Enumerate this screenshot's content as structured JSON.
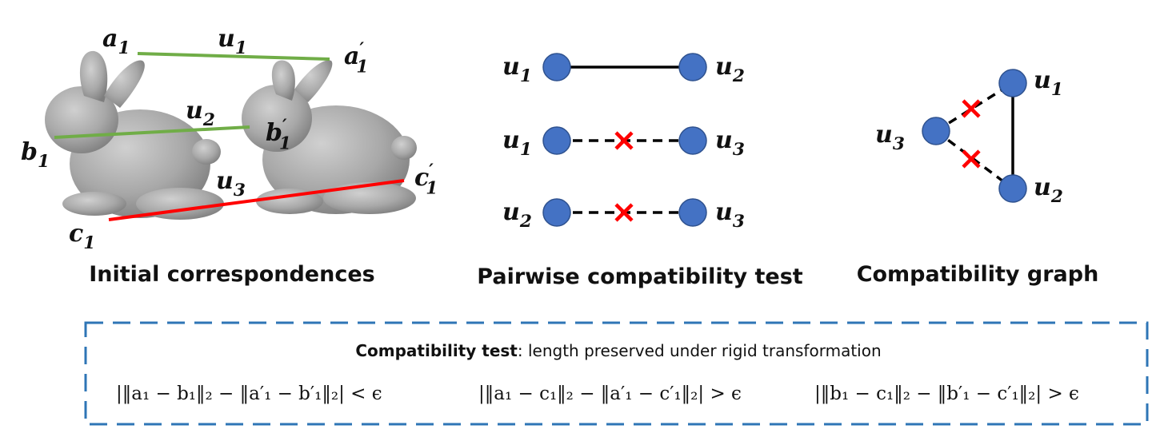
{
  "panel1": {
    "caption": "Initial correspondences",
    "points": {
      "a1": {
        "base": "a",
        "sub": "1",
        "prime": false
      },
      "b1": {
        "base": "b",
        "sub": "1",
        "prime": false
      },
      "c1": {
        "base": "c",
        "sub": "1",
        "prime": false
      },
      "a1p": {
        "base": "a",
        "sub": "1",
        "prime": true
      },
      "b1p": {
        "base": "b",
        "sub": "1",
        "prime": true
      },
      "c1p": {
        "base": "c",
        "sub": "1",
        "prime": true
      }
    },
    "correspondences": [
      {
        "base": "u",
        "sub": "1",
        "compatible": true
      },
      {
        "base": "u",
        "sub": "2",
        "compatible": true
      },
      {
        "base": "u",
        "sub": "3",
        "compatible": false
      }
    ]
  },
  "panel2": {
    "caption": "Pairwise compatibility test",
    "tests": [
      {
        "left_base": "u",
        "left_sub": "1",
        "right_base": "u",
        "right_sub": "2",
        "compatible": true
      },
      {
        "left_base": "u",
        "left_sub": "1",
        "right_base": "u",
        "right_sub": "3",
        "compatible": false
      },
      {
        "left_base": "u",
        "left_sub": "2",
        "right_base": "u",
        "right_sub": "3",
        "compatible": false
      }
    ]
  },
  "panel3": {
    "caption": "Compatibility graph",
    "nodes": [
      {
        "base": "u",
        "sub": "1"
      },
      {
        "base": "u",
        "sub": "2"
      },
      {
        "base": "u",
        "sub": "3"
      }
    ]
  },
  "test_box": {
    "title": "Compatibility test",
    "description": ": length preserved under rigid transformation",
    "formulas": [
      "|‖a₁ − b₁‖₂ − ‖a′₁ − b′₁‖₂| < ϵ",
      "|‖a₁ − c₁‖₂ − ‖a′₁ − c′₁‖₂| > ϵ",
      "|‖b₁ − c₁‖₂ − ‖b′₁ − c′₁‖₂| > ϵ"
    ]
  },
  "colors": {
    "node_fill": "#4472C4",
    "node_stroke": "#2F528F",
    "compatible_line": "#70AD47",
    "incompatible_line": "#FF0000",
    "box_border": "#2E75B6",
    "bunny": "#9a9a9a"
  }
}
